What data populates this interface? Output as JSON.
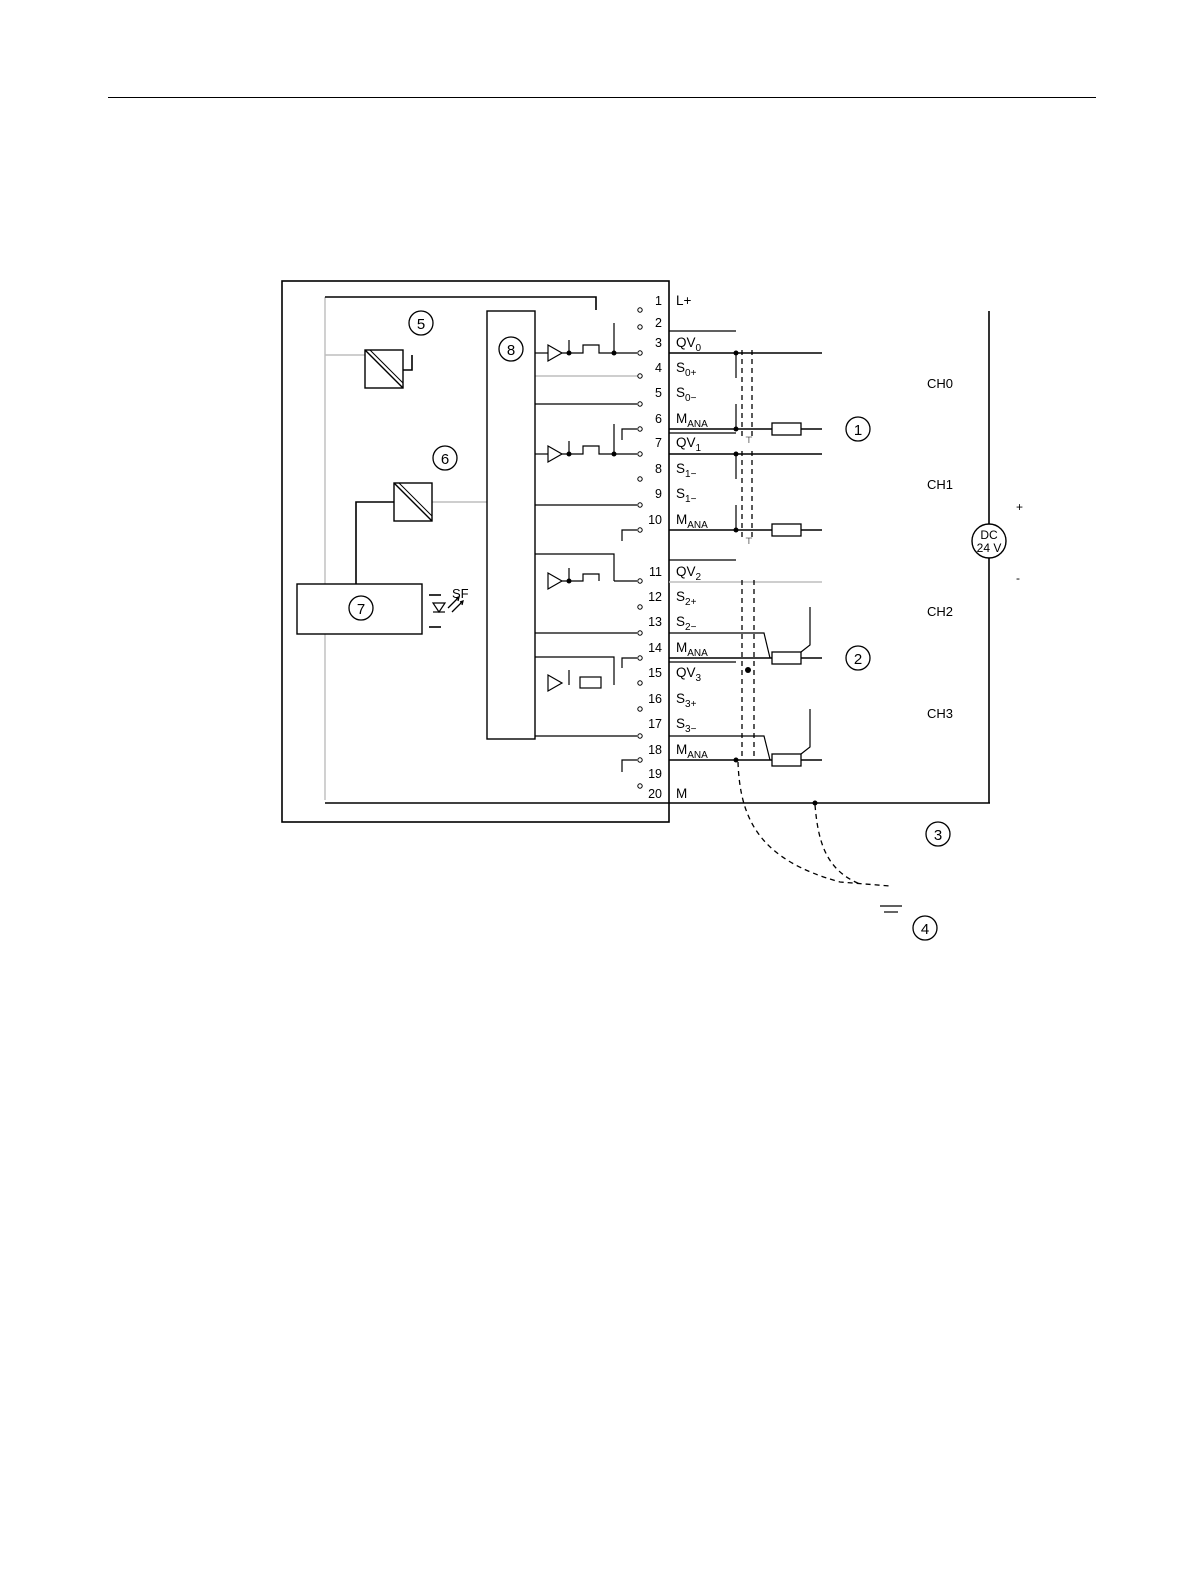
{
  "terminals": [
    {
      "num": "1",
      "sig": "L+",
      "sub": ""
    },
    {
      "num": "2",
      "sig": "",
      "sub": ""
    },
    {
      "num": "3",
      "sig": "QV",
      "sub": "0"
    },
    {
      "num": "4",
      "sig": "S",
      "sub": "0+"
    },
    {
      "num": "5",
      "sig": "S",
      "sub": "0−"
    },
    {
      "num": "6",
      "sig": "M",
      "sub": "ANA"
    },
    {
      "num": "7",
      "sig": "QV",
      "sub": "1"
    },
    {
      "num": "8",
      "sig": "S",
      "sub": "1−"
    },
    {
      "num": "9",
      "sig": "S",
      "sub": "1−"
    },
    {
      "num": "10",
      "sig": "M",
      "sub": "ANA"
    },
    {
      "num": "11",
      "sig": "QV",
      "sub": "2"
    },
    {
      "num": "12",
      "sig": "S",
      "sub": "2+"
    },
    {
      "num": "13",
      "sig": "S",
      "sub": "2−"
    },
    {
      "num": "14",
      "sig": "M",
      "sub": "ANA"
    },
    {
      "num": "15",
      "sig": "QV",
      "sub": "3"
    },
    {
      "num": "16",
      "sig": "S",
      "sub": "3+"
    },
    {
      "num": "17",
      "sig": "S",
      "sub": "3−"
    },
    {
      "num": "18",
      "sig": "M",
      "sub": "ANA"
    },
    {
      "num": "19",
      "sig": "",
      "sub": ""
    },
    {
      "num": "20",
      "sig": "M",
      "sub": ""
    }
  ],
  "channels": [
    "CH0",
    "CH1",
    "CH2",
    "CH3"
  ],
  "callouts": [
    "1",
    "2",
    "3",
    "4",
    "5",
    "6",
    "7",
    "8"
  ],
  "supply": {
    "line1": "DC",
    "line2": "24 V",
    "plus": "+",
    "minus": "-"
  },
  "indicator": {
    "label": "SF"
  }
}
